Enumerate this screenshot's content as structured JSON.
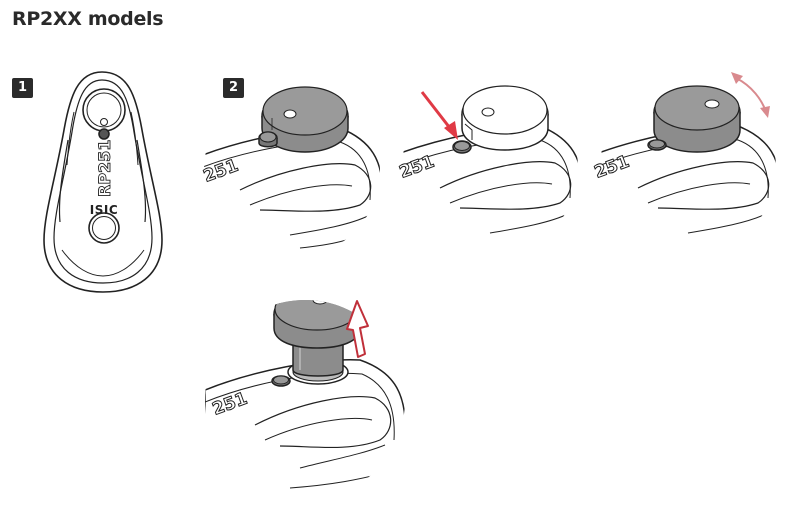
{
  "title": "RP2XX models",
  "steps": [
    "1",
    "2"
  ],
  "device": {
    "model_text": "RP251",
    "brand_text": "ISIC"
  },
  "hub_engraving": "251",
  "colors": {
    "arrow_red": "#e03a45",
    "rotate_arrow": "#d98a8e",
    "cap_gray": "#8c8c8c",
    "line": "#222222"
  },
  "icons": [
    "down-arrow-red-icon",
    "rotate-arrow-icon",
    "lift-up-arrow-icon"
  ]
}
